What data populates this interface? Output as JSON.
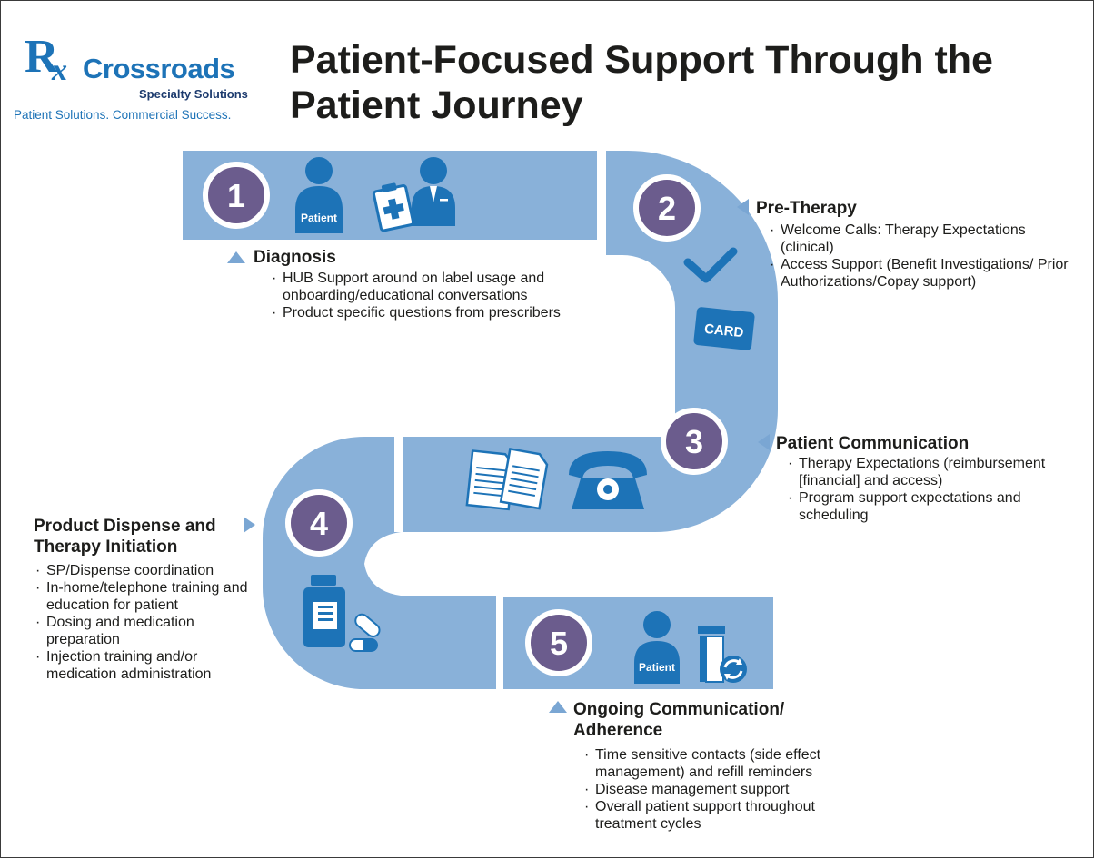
{
  "logo": {
    "mark_r": "R",
    "mark_x": "x",
    "brand": "Crossroads",
    "subbrand": "Specialty Solutions",
    "tagline": "Patient Solutions. Commercial Success."
  },
  "title": "Patient-Focused Support Through the Patient Journey",
  "colors": {
    "path": "#89b1d9",
    "path_dark": "#1d73b7",
    "badge": "#6b5c8d",
    "icon": "#1d73b7",
    "pointer": "#7aa6d3"
  },
  "path_labels": {
    "patient_1": "Patient",
    "card": "CARD",
    "patient_5": "Patient"
  },
  "steps": [
    {
      "number": "1",
      "title": "Diagnosis",
      "bullets": [
        "HUB Support around on label usage and onboarding/educational conversations",
        "Product specific questions from prescribers"
      ]
    },
    {
      "number": "2",
      "title": "Pre-Therapy",
      "bullets": [
        "Welcome Calls: Therapy Expectations (clinical)",
        "Access Support (Benefit Investigations/ Prior Authorizations/Copay support)"
      ]
    },
    {
      "number": "3",
      "title": "Patient Communication",
      "bullets": [
        "Therapy Expectations (reimbursement [financial] and access)",
        "Program support expectations and scheduling"
      ]
    },
    {
      "number": "4",
      "title": "Product Dispense and Therapy Initiation",
      "bullets": [
        "SP/Dispense coordination",
        "In-home/telephone training and education for patient",
        "Dosing and medication preparation",
        "Injection training and/or medication administration"
      ]
    },
    {
      "number": "5",
      "title": "Ongoing Communication/ Adherence",
      "bullets": [
        "Time sensitive contacts (side effect management) and refill reminders",
        "Disease management support",
        "Overall patient support throughout treatment cycles"
      ]
    }
  ]
}
